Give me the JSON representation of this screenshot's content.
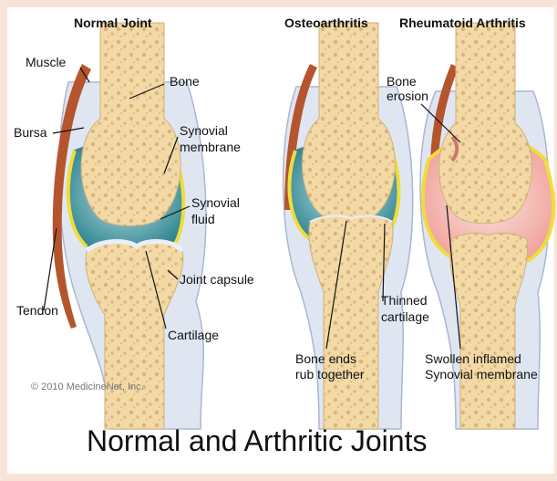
{
  "headings": {
    "normal": "Normal Joint",
    "osteo": "Osteoarthritis",
    "rheum": "Rheumatoid Arthritis"
  },
  "labels": {
    "muscle": "Muscle",
    "bone": "Bone",
    "bursa": "Bursa",
    "synovial_membrane_1": "Synovial",
    "synovial_membrane_2": "membrane",
    "synovial_fluid_1": "Synovial",
    "synovial_fluid_2": "fluid",
    "joint_capsule": "Joint capsule",
    "tendon": "Tendon",
    "cartilage": "Cartilage",
    "bone_erosion_1": "Bone",
    "bone_erosion_2": "erosion",
    "thinned_cartilage_1": "Thinned",
    "thinned_cartilage_2": "cartilage",
    "bone_ends_1": "Bone ends",
    "bone_ends_2": "rub together",
    "swollen_1": "Swollen inflamed",
    "swollen_2": "Synovial membrane"
  },
  "copyright": "© 2010 MedicineNet, Inc.",
  "caption": "Normal and Arthritic Joints",
  "colors": {
    "background": "#f7e3d8",
    "bone": "#f3d9a6",
    "bone_spots": "#d9b57c",
    "synovial_fluid": "#3d8f9a",
    "capsule": "#c9d4e8",
    "membrane_yellow": "#f0dc3a",
    "muscle": "#b5552e",
    "inflamed": "#f3b7b0"
  }
}
